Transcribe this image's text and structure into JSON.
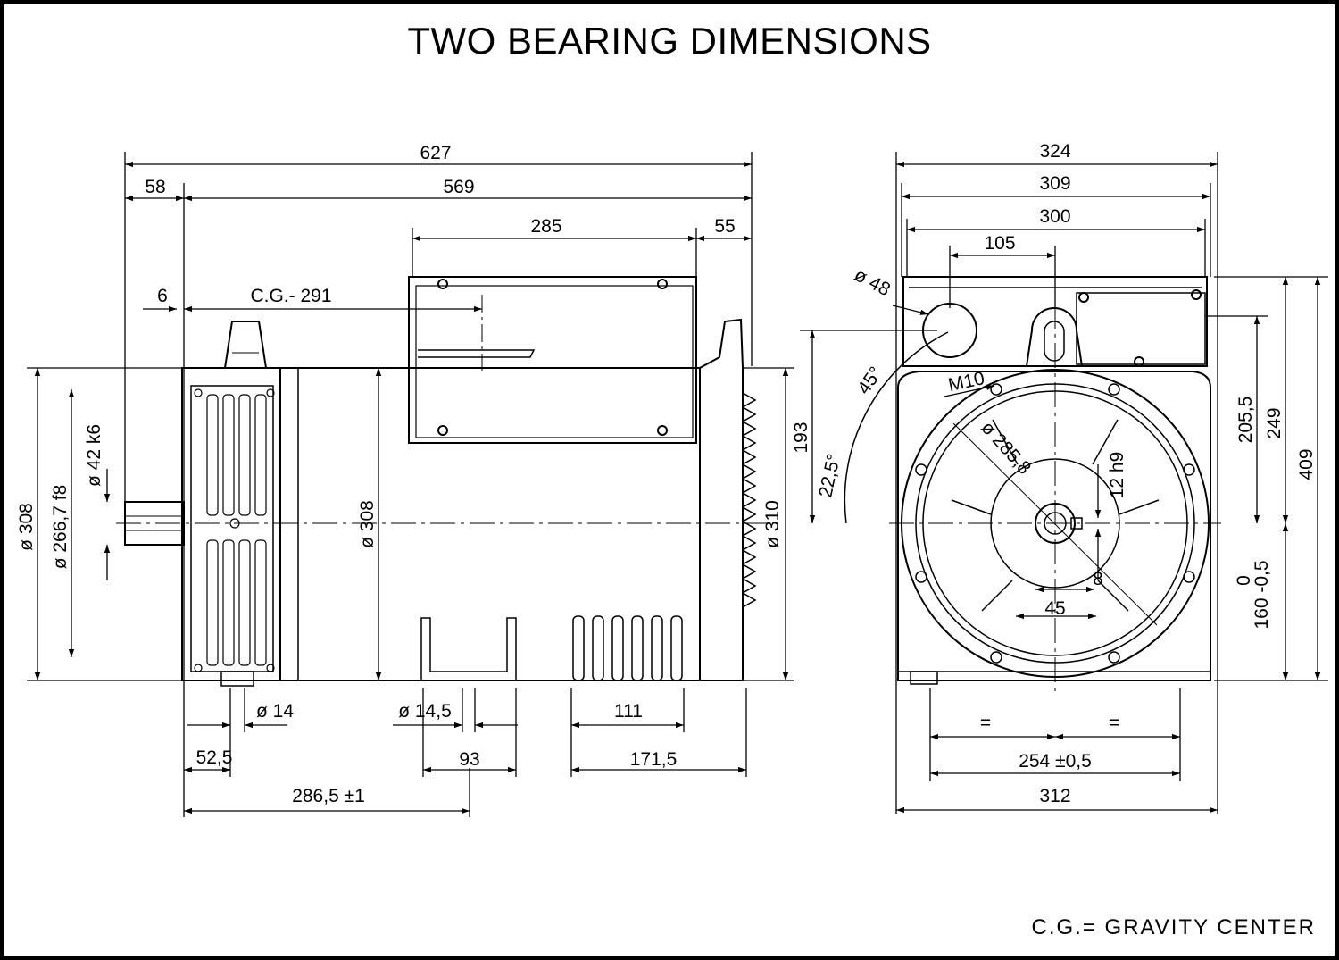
{
  "title": "TWO BEARING DIMENSIONS",
  "note": "C.G.= GRAVITY CENTER",
  "colors": {
    "line": "#000000",
    "background": "#ffffff"
  },
  "side_view": {
    "overall_length": "627",
    "shaft_extension": "58",
    "body_length": "569",
    "terminal_box_length": "285",
    "rear_offset": "55",
    "shaft_shoulder": "6",
    "gravity_center": "C.G.- 291",
    "flange_diameter": "ø 308",
    "spigot_diameter": "ø 266,7  f8",
    "shaft_diameter": "ø 42  k6",
    "body_diameter": "ø 308",
    "rear_diameter": "ø 310",
    "foot_hole_front": "ø 14",
    "foot_hole_rear": "ø 14,5",
    "front_foot_offset": "52,5",
    "rear_foot_width": "93",
    "vent_width": "111",
    "rear_end_length": "171,5",
    "foot_spacing": "286,5 ±1"
  },
  "end_view": {
    "overall_width": "324",
    "width_2": "309",
    "width_3": "300",
    "lifting_offset": "105",
    "cable_hole": "ø 48",
    "angle_45": "45°",
    "angle_22_5": "22,5°",
    "thread": "M10",
    "pcd": "ø 285,8",
    "key_width": "12  h9",
    "key_height": "8",
    "shaft_key_dim": "45",
    "height_193": "193",
    "height_205_5": "205,5",
    "height_249": "249",
    "height_409": "409",
    "shaft_height": "160 -0,5",
    "shaft_height_tol": "0",
    "equal_marker": "=",
    "foot_centers": "254 ±0,5",
    "base_width": "312"
  }
}
